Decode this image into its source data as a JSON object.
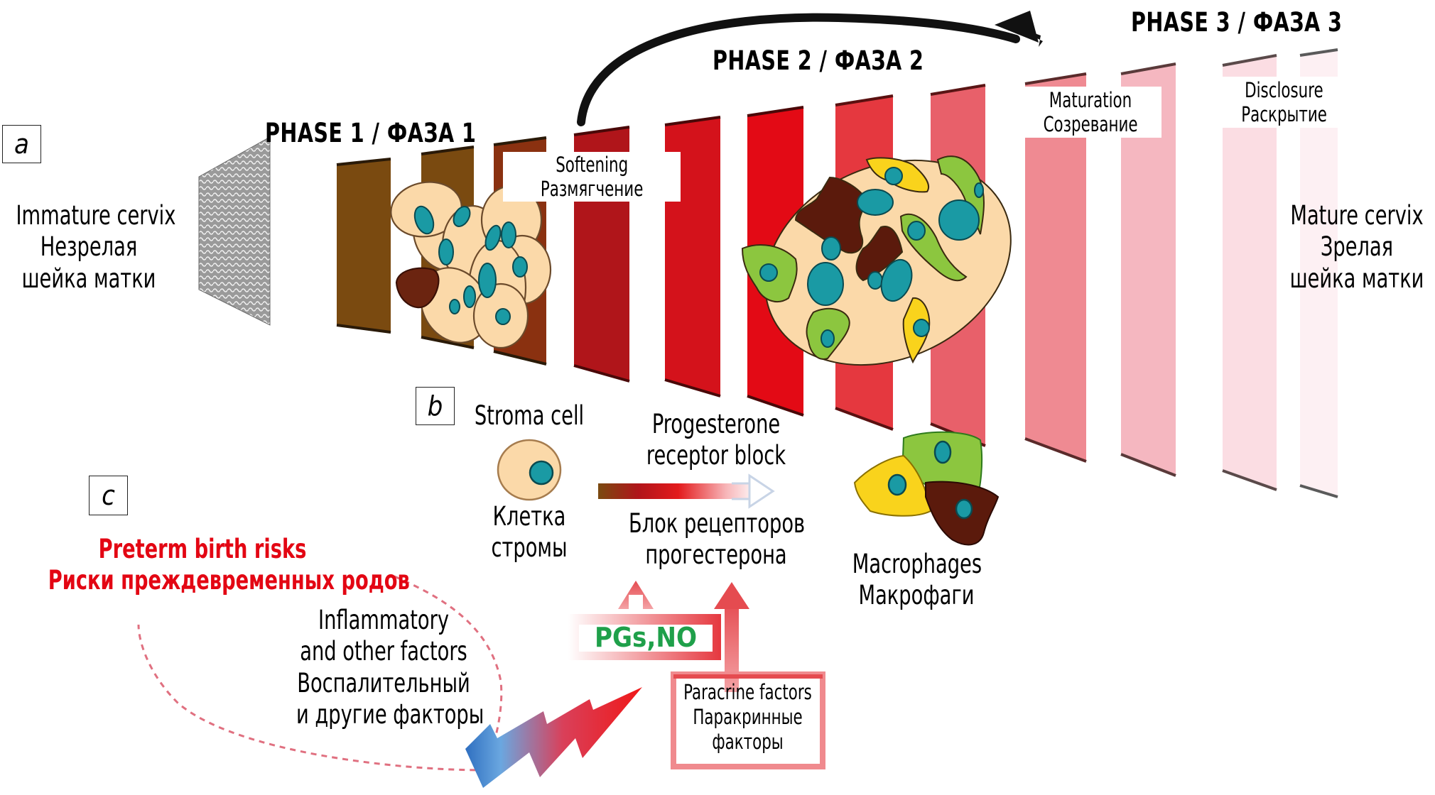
{
  "panels": {
    "a": {
      "label": "a"
    },
    "b": {
      "label": "b"
    },
    "c": {
      "label": "c"
    }
  },
  "phases": [
    {
      "label": "PHASE 1 / ФАЗА 1"
    },
    {
      "label": "PHASE 2 / ФАЗА 2"
    },
    {
      "label": "PHASE 3 / ФАЗА 3"
    }
  ],
  "cervix": {
    "immature": {
      "en": "Immature cervix",
      "ru_line1": "Незрелая",
      "ru_line2": "шейка матки"
    },
    "mature": {
      "en": "Mature cervix",
      "ru_line1": "Зрелая",
      "ru_line2": "шейка матки"
    }
  },
  "stages": {
    "softening": {
      "en": "Softening",
      "ru": "Размягчение"
    },
    "maturation": {
      "en": "Maturation",
      "ru": "Созревание"
    },
    "disclosure": {
      "en": "Disclosure",
      "ru": "Раскрытие"
    }
  },
  "legend_b": {
    "stroma": {
      "en": "Stroma cell",
      "ru_line1": "Клетка",
      "ru_line2": "стромы"
    },
    "progesterone": {
      "en_line1": "Progesterone",
      "en_line2": "receptor block",
      "ru_line1": "Блок рецепторов",
      "ru_line2": "прогестерона"
    },
    "macrophages": {
      "en": "Macrophages",
      "ru": "Макрофаги"
    }
  },
  "section_c": {
    "risks_en": "Preterm birth risks",
    "risks_ru": "Риски преждевременных родов",
    "inflammatory": [
      "Inflammatory",
      "and other factors",
      "Воспалительный",
      "и другие факторы"
    ],
    "pgs_no": "PGs,NO",
    "paracrine": [
      "Paracrine factors",
      "Паракринные",
      "факторы"
    ]
  },
  "colors": {
    "risk_red": "#e30613",
    "pgs_green": "#1fa04a",
    "stroma_fill": "#fbd9a9",
    "nucleus": "#1a9aa4",
    "macrophage_yellow": "#f9d31c",
    "macrophage_green": "#8cc63f",
    "macrophage_brown": "#5b1a0c"
  }
}
